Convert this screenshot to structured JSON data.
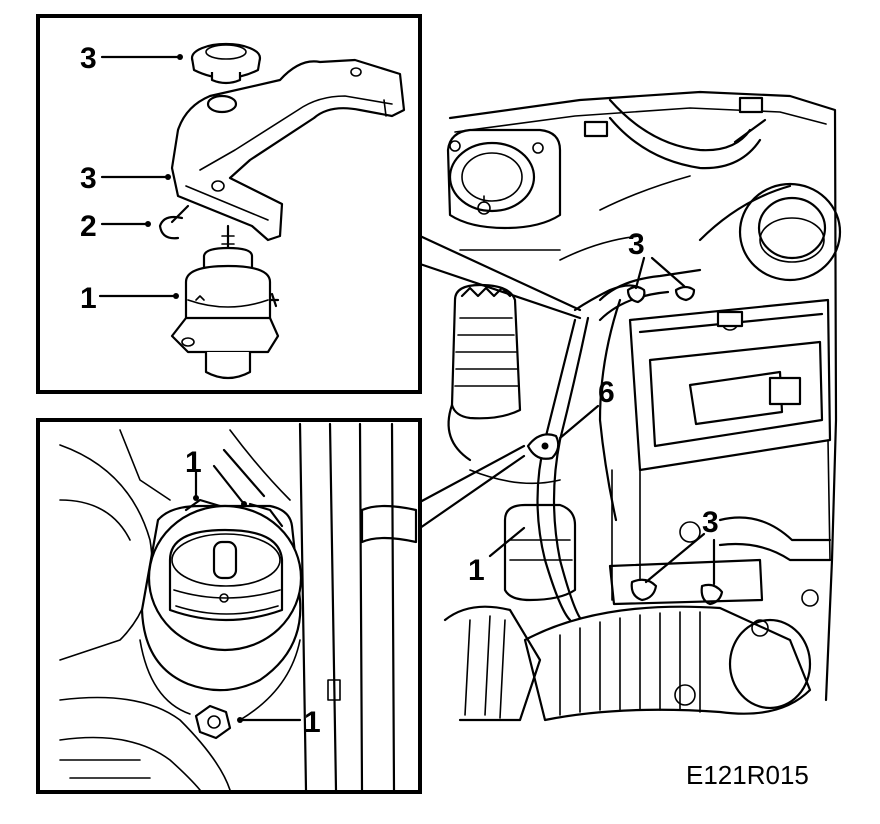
{
  "figure": {
    "reference": "E121R015"
  },
  "detail_top": {
    "callouts": [
      {
        "id": "cap",
        "label": "3"
      },
      {
        "id": "bracket",
        "label": "3"
      },
      {
        "id": "clip",
        "label": "2"
      },
      {
        "id": "mount",
        "label": "1"
      }
    ]
  },
  "detail_bottom": {
    "callouts": [
      {
        "id": "upper-bolts",
        "label": "1"
      },
      {
        "id": "lower-bolt",
        "label": "1"
      }
    ]
  },
  "engine_view": {
    "callouts": [
      {
        "id": "upper-fasteners",
        "label": "3"
      },
      {
        "id": "cable-clip",
        "label": "6"
      },
      {
        "id": "engine-mount",
        "label": "1"
      },
      {
        "id": "lower-fasteners",
        "label": "3"
      }
    ]
  }
}
